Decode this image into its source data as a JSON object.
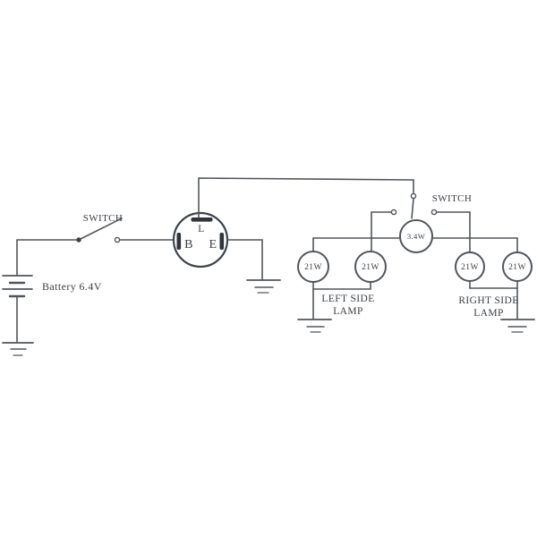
{
  "diagram": {
    "type": "wiring-schematic",
    "battery": {
      "label": "Battery 6.4V"
    },
    "switch_left": {
      "label": "SWITCH"
    },
    "switch_right": {
      "label": "SWITCH"
    },
    "relay": {
      "terminal_l": "L",
      "terminal_b": "B",
      "terminal_e": "E"
    },
    "pilot_lamp": {
      "label": "3.4W"
    },
    "lamps": [
      {
        "label": "21W"
      },
      {
        "label": "21W"
      },
      {
        "label": "21W"
      },
      {
        "label": "21W"
      }
    ],
    "left_lamp_group": {
      "line1": "LEFT SIDE",
      "line2": "LAMP"
    },
    "right_lamp_group": {
      "line1": "RIGHT SIDE",
      "line2": "LAMP"
    },
    "colors": {
      "line": "#51565c",
      "text": "#3b4046",
      "terminal_fill": "#2f343a",
      "background": "#ffffff"
    }
  }
}
